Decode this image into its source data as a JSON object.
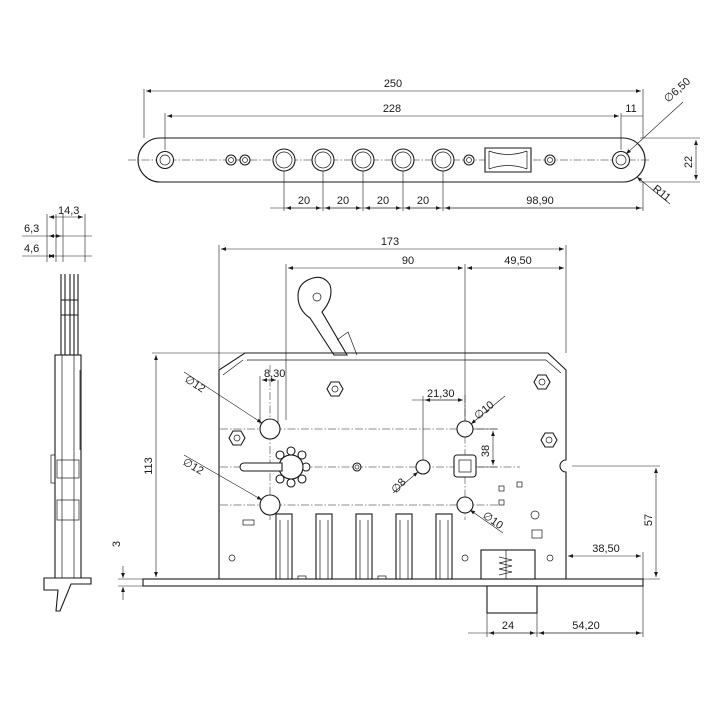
{
  "drawing": {
    "faceplate": {
      "overall_length": "250",
      "fixing_hole_span": "228",
      "edge_offset": "11",
      "fixing_hole_dia": "∅6,50",
      "plate_height": "22",
      "end_radius": "R11",
      "pin_pitch": [
        "20",
        "20",
        "20",
        "20"
      ],
      "latch_offset": "98,90"
    },
    "side_view": {
      "overall_thickness": "14,3",
      "inner_offset": "6,3",
      "plate_thickness": "4,6"
    },
    "front_view": {
      "case_width": "173",
      "handle_to_key": "90",
      "key_to_edge": "49,50",
      "hole_offset": "8,30",
      "pin_offset": "21,30",
      "hole_dia_upper": "∅12",
      "hole_dia_lower": "∅12",
      "hole_dia_10_upper": "∅10",
      "hole_dia_10_lower": "∅10",
      "hole_dia_8": "∅8",
      "spindle_spacing": "38",
      "case_height": "113",
      "lower_height": "57",
      "edge_to_bolt": "38,50",
      "base_thickness": "3",
      "bolt_width": "24",
      "bolt_to_edge": "54,20"
    }
  }
}
